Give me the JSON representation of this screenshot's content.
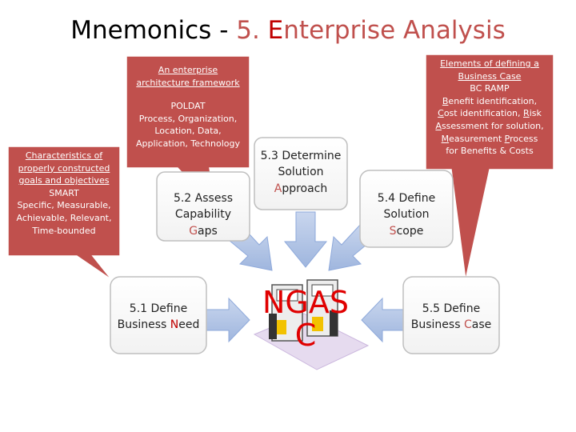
{
  "title": {
    "prefix": "Mnemonics - ",
    "number": "5. ",
    "letter": "E",
    "rest": "nterprise Analysis"
  },
  "steps": {
    "s51": {
      "pre": "5.1 Define",
      "line2a": "Business ",
      "accent": "N",
      "line2b": "eed"
    },
    "s52": {
      "line1": "5.2 Assess",
      "line2": "Capability",
      "accent": "G",
      "line3b": "aps"
    },
    "s53": {
      "line1": "5.3 Determine",
      "line2": "Solution",
      "accent": "A",
      "line3b": "pproach"
    },
    "s54": {
      "line1": "5.4 Define",
      "line2": "Solution",
      "accent": "S",
      "line3b": "cope"
    },
    "s55": {
      "line1": "5.5 Define",
      "line2a": "Business ",
      "accent": "C",
      "line2b": "ase"
    }
  },
  "center": {
    "text_line1": "NGAS",
    "text_line2": "C"
  },
  "callouts": {
    "left": {
      "heading1": "Characteristics of",
      "heading2": "properly constructed",
      "heading3": "goals and objectives",
      "line4": "SMART",
      "line5": "Specific, Measurable,",
      "line6": "Achievable, Relevant,",
      "line7": "Time-bounded"
    },
    "middle": {
      "heading1": "An enterprise",
      "heading2": "architecture framework",
      "line3": "POLDAT",
      "line4": "Process, Organization,",
      "line5": "Location, Data,",
      "line6": "Application, Technology"
    },
    "right": {
      "heading1": "Elements of defining a",
      "heading2": "Business Case",
      "line3": "BC RAMP",
      "l4a": "B",
      "l4b": "enefit identification,",
      "l5a": "C",
      "l5b": "ost identification, ",
      "l5c": "R",
      "l5d": "isk",
      "l6a": "A",
      "l6b": "ssessment for solution,",
      "l7a": "M",
      "l7b": "easurement ",
      "l7c": "P",
      "l7d": "rocess",
      "line8": "for Benefits & Costs"
    }
  },
  "colors": {
    "callout": "#c0504d",
    "arrow_fill": "#b3c6e7",
    "arrow_stroke": "#8ea9db",
    "accent_red": "#c00000"
  }
}
